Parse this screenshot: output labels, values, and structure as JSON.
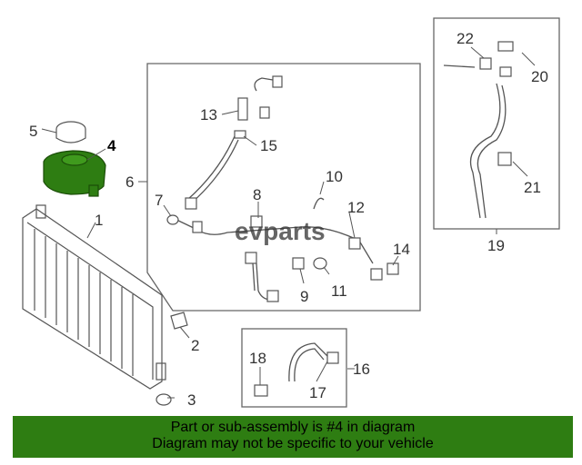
{
  "watermark": "evparts",
  "callouts": {
    "c1": "1",
    "c2": "2",
    "c3": "3",
    "c4": "4",
    "c5": "5",
    "c6": "6",
    "c7": "7",
    "c8": "8",
    "c9": "9",
    "c10": "10",
    "c11": "11",
    "c12": "12",
    "c13": "13",
    "c14": "14",
    "c15": "15",
    "c16": "16",
    "c17": "17",
    "c18": "18",
    "c19": "19",
    "c20": "20",
    "c21": "21",
    "c22": "22"
  },
  "banner": {
    "line1": "Part or sub-assembly is #4 in diagram",
    "line2": "Diagram may not be specific to your vehicle"
  },
  "colors": {
    "highlight": "#2e7d12",
    "banner": "#2e7d12",
    "line": "#555555"
  }
}
